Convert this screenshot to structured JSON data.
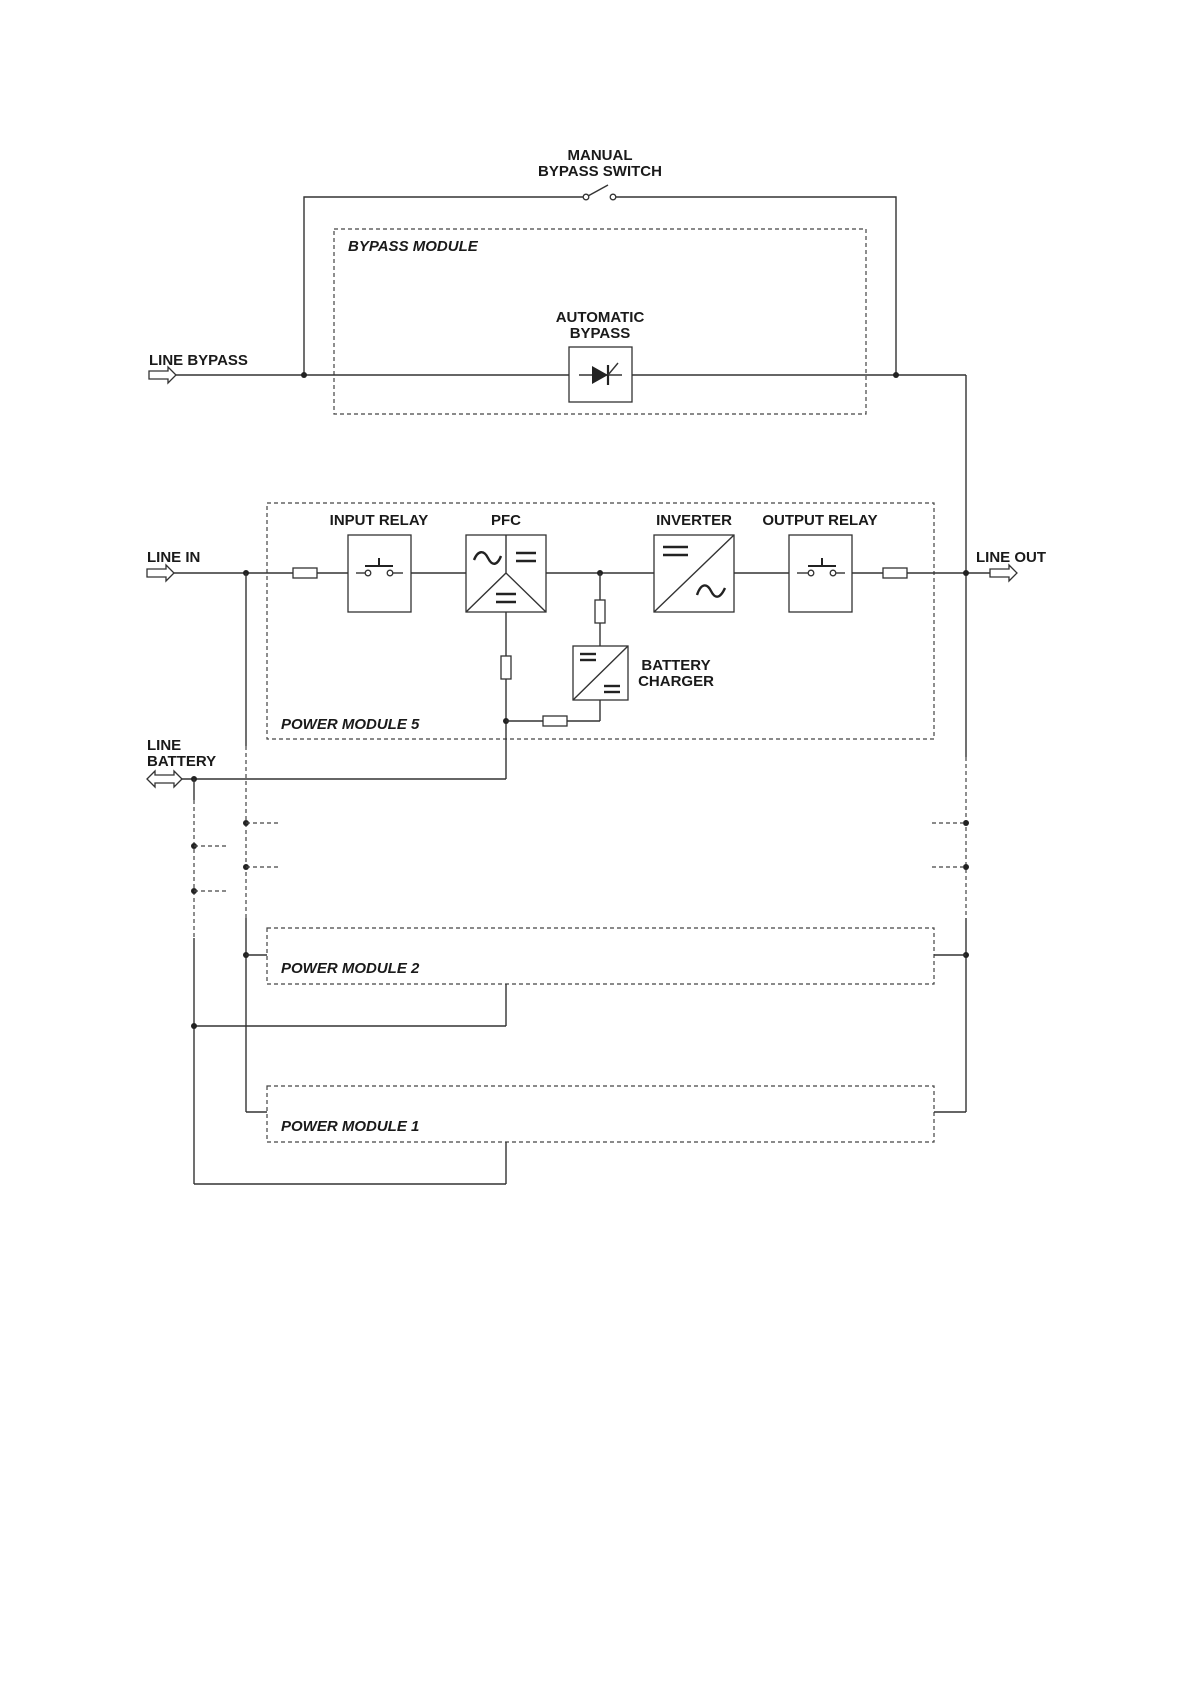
{
  "labels": {
    "manual_bypass_line1": "MANUAL",
    "manual_bypass_line2": "BYPASS SWITCH",
    "bypass_module": "BYPASS MODULE",
    "automatic_bypass_line1": "AUTOMATIC",
    "automatic_bypass_line2": "BYPASS",
    "line_bypass": "LINE BYPASS",
    "line_in": "LINE IN",
    "line_out": "LINE OUT",
    "line_battery_line1": "LINE",
    "line_battery_line2": "BATTERY",
    "input_relay": "INPUT RELAY",
    "pfc": "PFC",
    "inverter": "INVERTER",
    "output_relay": "OUTPUT RELAY",
    "battery_charger_line1": "BATTERY",
    "battery_charger_line2": "CHARGER",
    "power_module_5": "POWER MODULE 5",
    "power_module_2": "POWER MODULE 2",
    "power_module_1": "POWER MODULE 1"
  }
}
